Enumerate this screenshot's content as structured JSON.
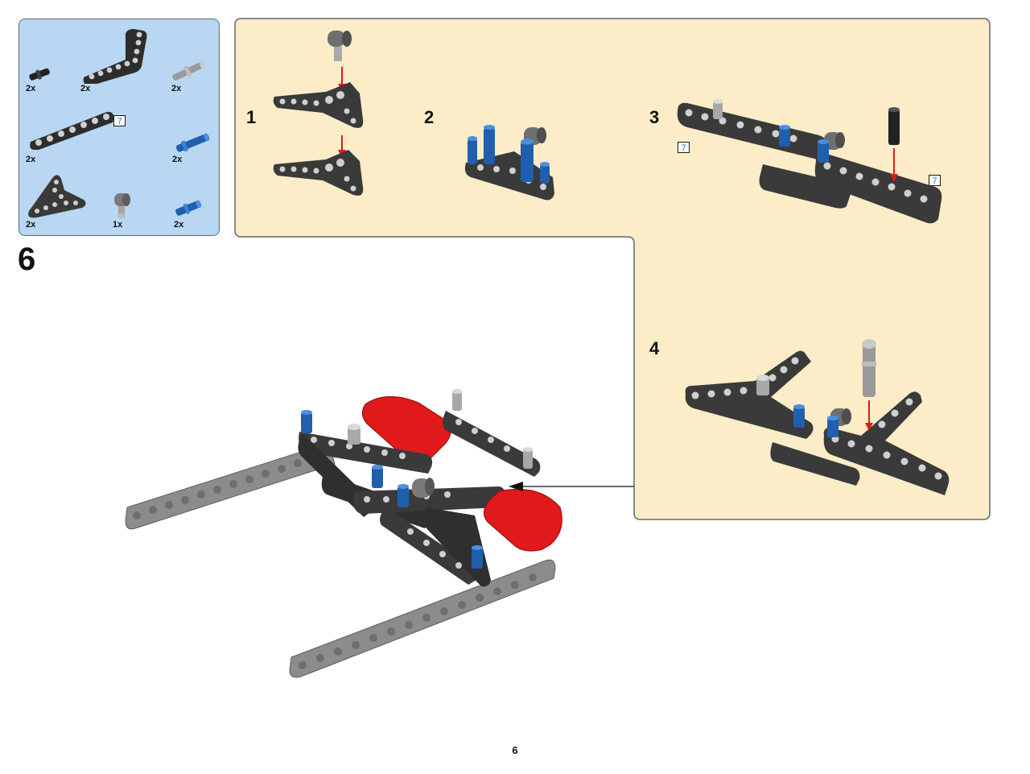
{
  "parts_list": {
    "items": [
      {
        "qty": "2x",
        "icon": "black-friction-pin-icon"
      },
      {
        "qty": "2x",
        "icon": "black-l-beam-icon"
      },
      {
        "qty": "2x",
        "icon": "gray-axle-pin-icon"
      },
      {
        "qty": "2x",
        "icon": "black-beam-7-icon",
        "length": "7"
      },
      {
        "qty": "2x",
        "icon": "blue-pin-long-icon"
      },
      {
        "qty": "2x",
        "icon": "black-triangle-beam-icon"
      },
      {
        "qty": "1x",
        "icon": "gray-pin-connector-icon"
      },
      {
        "qty": "2x",
        "icon": "blue-pin-short-icon"
      }
    ]
  },
  "sub_steps": [
    {
      "number": "1"
    },
    {
      "number": "2"
    },
    {
      "number": "3",
      "length_labels": [
        "7",
        "7"
      ]
    },
    {
      "number": "4"
    }
  ],
  "main_step": {
    "number": "6"
  },
  "page": {
    "number": "6"
  },
  "colors": {
    "parts_bg": "#b9d6f2",
    "substep_bg": "#fcecc8",
    "accent_blue": "#1f74c7",
    "highlight_red": "#e01a1a",
    "beam_dark": "#3a3a3a",
    "beam_light": "#8a8a8a"
  }
}
